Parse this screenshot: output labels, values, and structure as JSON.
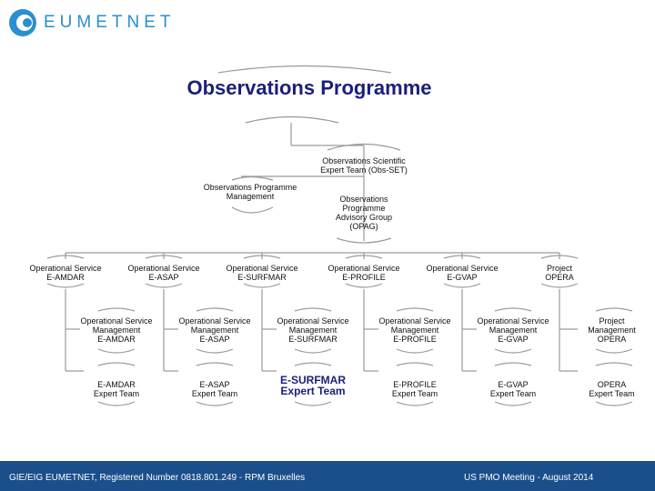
{
  "logo": {
    "text": "EUMETNET"
  },
  "title": "Observations Programme",
  "nodes": {
    "oset": "Observations Scientific\nExpert Team (Obs-SET)",
    "opm": "Observations Programme\nManagement",
    "opag": "Observations\nProgramme\nAdvisory Group\n(OPAG)",
    "row1": [
      "Operational Service\nE-AMDAR",
      "Operational Service\nE-ASAP",
      "Operational Service\nE-SURFMAR",
      "Operational Service\nE-PROFILE",
      "Operational Service\nE-GVAP",
      "Project\nOPERA"
    ],
    "row2": [
      "Operational Service\nManagement\nE-AMDAR",
      "Operational Service\nManagement\nE-ASAP",
      "Operational Service\nManagement\nE-SURFMAR",
      "Operational Service\nManagement\nE-PROFILE",
      "Operational Service\nManagement\nE-GVAP",
      "Project\nManagement\nOPERA"
    ],
    "row3": [
      "E-AMDAR\nExpert Team",
      "E-ASAP\nExpert Team",
      "E-SURFMAR\nExpert Team",
      "E-PROFILE\nExpert Team",
      "E-GVAP\nExpert Team",
      "OPERA\nExpert Team"
    ]
  },
  "footer": {
    "left": "GIE/EIG EUMETNET, Registered Number 0818.801.249 - RPM Bruxelles",
    "right": "US PMO  Meeting -  August 2014"
  },
  "colors": {
    "brand": "#2a8fd0",
    "title": "#1a1f7a",
    "footer": "#1b4f8c",
    "line": "#9a9a9a"
  }
}
